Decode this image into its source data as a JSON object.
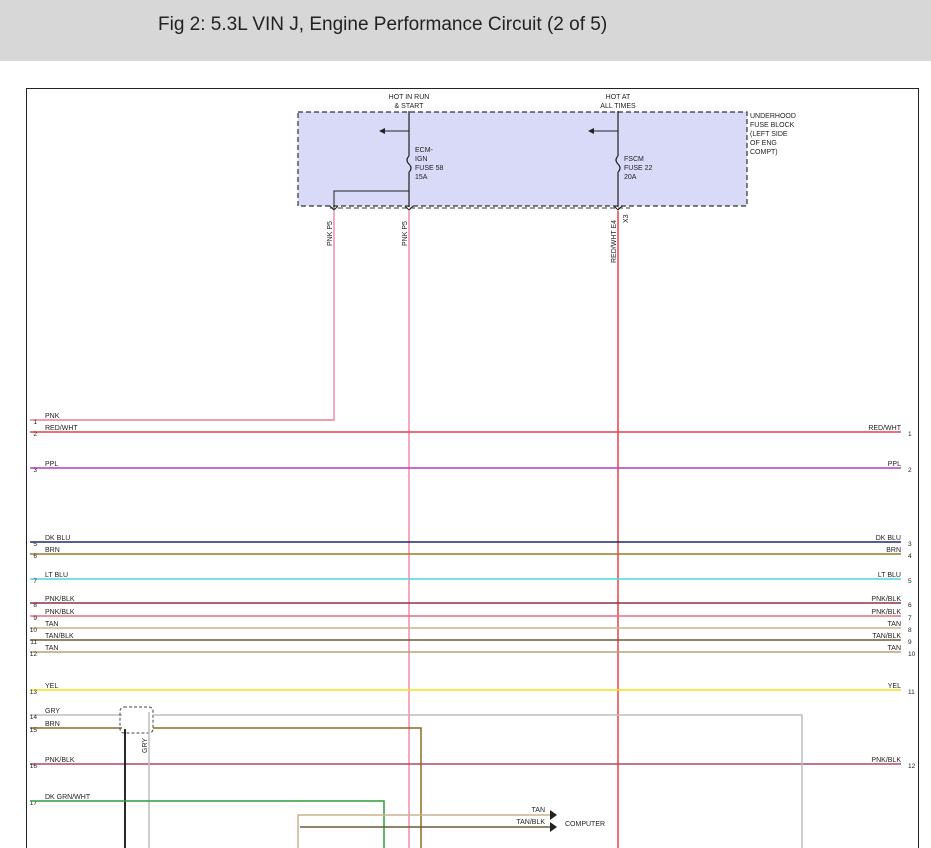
{
  "header": {
    "title": "Fig 2: 5.3L VIN J, Engine Performance Circuit (2 of 5)"
  },
  "top": {
    "hot_run_start": [
      "HOT IN RUN",
      "& START"
    ],
    "hot_all_times": [
      "HOT AT",
      "ALL TIMES"
    ],
    "fuse_block_label": [
      "UNDERHOOD",
      "FUSE BLOCK",
      "(LEFT SIDE",
      "OF ENG",
      "COMPT)"
    ],
    "fuse58": [
      "ECM-",
      "IGN",
      "FUSE 58",
      "15A"
    ],
    "fuse22": [
      "FSCM",
      "FUSE 22",
      "20A"
    ]
  },
  "drops": {
    "d1": "PNK   P5",
    "d2": "PNK   P5",
    "d3": "RED/WHT   E4",
    "d4": "X3"
  },
  "wires": [
    {
      "left_pin": "1",
      "left_label": "PNK",
      "right_pin": "",
      "right_label": "",
      "color": "#f08da6"
    },
    {
      "left_pin": "2",
      "left_label": "RED/WHT",
      "right_pin": "1",
      "right_label": "RED/WHT",
      "color": "#e8414a"
    },
    {
      "left_pin": "3",
      "left_label": "PPL",
      "right_pin": "2",
      "right_label": "PPL",
      "color": "#b23fc0"
    },
    {
      "left_pin": "5",
      "left_label": "DK BLU",
      "right_pin": "3",
      "right_label": "DK BLU",
      "color": "#1c2d6b"
    },
    {
      "left_pin": "6",
      "left_label": "BRN",
      "right_pin": "4",
      "right_label": "BRN",
      "color": "#9a7a2a"
    },
    {
      "left_pin": "7",
      "left_label": "LT BLU",
      "right_pin": "5",
      "right_label": "LT BLU",
      "color": "#4fd6e0"
    },
    {
      "left_pin": "8",
      "left_label": "PNK/BLK",
      "right_pin": "6",
      "right_label": "PNK/BLK",
      "color": "#8a3648"
    },
    {
      "left_pin": "9",
      "left_label": "PNK/BLK",
      "right_pin": "7",
      "right_label": "PNK/BLK",
      "color": "#e07088"
    },
    {
      "left_pin": "10",
      "left_label": "TAN",
      "right_pin": "8",
      "right_label": "TAN",
      "color": "#c9b48f"
    },
    {
      "left_pin": "11",
      "left_label": "TAN/BLK",
      "right_pin": "9",
      "right_label": "TAN/BLK",
      "color": "#6b5a3c"
    },
    {
      "left_pin": "12",
      "left_label": "TAN",
      "right_pin": "10",
      "right_label": "TAN",
      "color": "#b5a27d"
    },
    {
      "left_pin": "13",
      "left_label": "YEL",
      "right_pin": "11",
      "right_label": "YEL",
      "color": "#f2e21a"
    },
    {
      "left_pin": "14",
      "left_label": "GRY",
      "right_pin": "",
      "right_label": "",
      "color": "#bdbdbd"
    },
    {
      "left_pin": "15",
      "left_label": "BRN",
      "right_pin": "",
      "right_label": "",
      "color": "#8a6d22"
    },
    {
      "left_pin": "16",
      "left_label": "PNK/BLK",
      "right_pin": "12",
      "right_label": "PNK/BLK",
      "color": "#b24a62"
    },
    {
      "left_pin": "17",
      "left_label": "DK GRN/WHT",
      "right_pin": "",
      "right_label": "",
      "color": "#2e9a3a"
    }
  ],
  "bottom": {
    "gry_vertical": "GRY",
    "tan": "TAN",
    "tan_blk": "TAN/BLK",
    "computer": "COMPUTER"
  },
  "colors": {
    "fuse_fill": "#d9d9f8",
    "pink": "#f08da6",
    "red": "#e8414a"
  }
}
